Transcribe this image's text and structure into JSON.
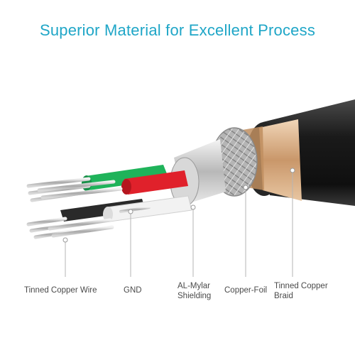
{
  "title": "Superior Material for Excellent Process",
  "labels": {
    "tinned_copper_wire": "Tinned Copper Wire",
    "gnd": "GND",
    "al_mylar_line1": "AL-Mylar",
    "al_mylar_line2": "Shielding",
    "copper_foil": "Copper-Foil",
    "tinned_copper_braid_line1": "Tinned Copper",
    "tinned_copper_braid_line2": "Braid"
  },
  "colors": {
    "title": "#1fa6c7",
    "jacket": "#1c1c1c",
    "gold_foil": "#d8b08a",
    "green_wire": "#1fb35a",
    "red_wire": "#e0212b",
    "white_wire": "#f2f2f2",
    "black_wire": "#2a2a2a",
    "strands": "#cfcfcf"
  }
}
